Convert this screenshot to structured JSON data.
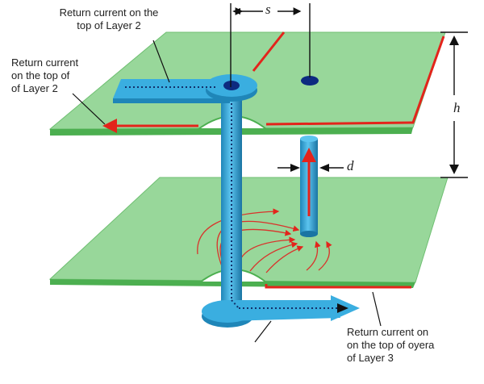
{
  "labels": {
    "return_top_layer2_a": "Return current on the\ntop of Layer 2",
    "return_top_layer2_b": "Return current\non the top of\nof Layer 2",
    "return_top_layer3": "Return current on\non the top of oyerа\nof Layer 3"
  },
  "dimensions": {
    "spacing": "s",
    "height": "h",
    "diameter": "d"
  },
  "colors": {
    "plane_fill": "#98d79a",
    "plane_edge": "#4caf50",
    "trace_blue": "#3aaee0",
    "trace_dark": "#1f86b8",
    "return_red": "#e3241b"
  }
}
